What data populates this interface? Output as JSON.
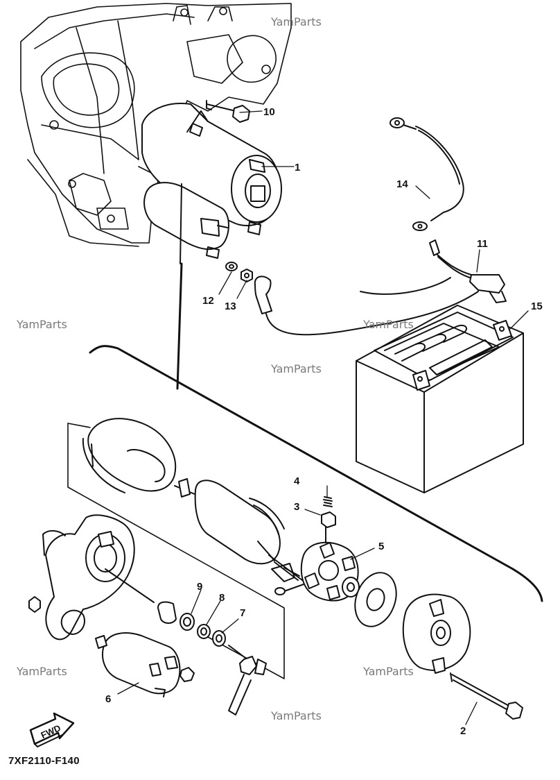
{
  "diagram": {
    "code": "7XF2110-F140",
    "fwd_label": "FWD",
    "watermark": "YamParts",
    "callouts": [
      "1",
      "2",
      "3",
      "4",
      "5",
      "6",
      "7",
      "8",
      "9",
      "10",
      "11",
      "12",
      "13",
      "14",
      "15"
    ]
  },
  "colors": {
    "line": "#111111",
    "watermark": "#7a7a7a",
    "background": "#ffffff"
  }
}
